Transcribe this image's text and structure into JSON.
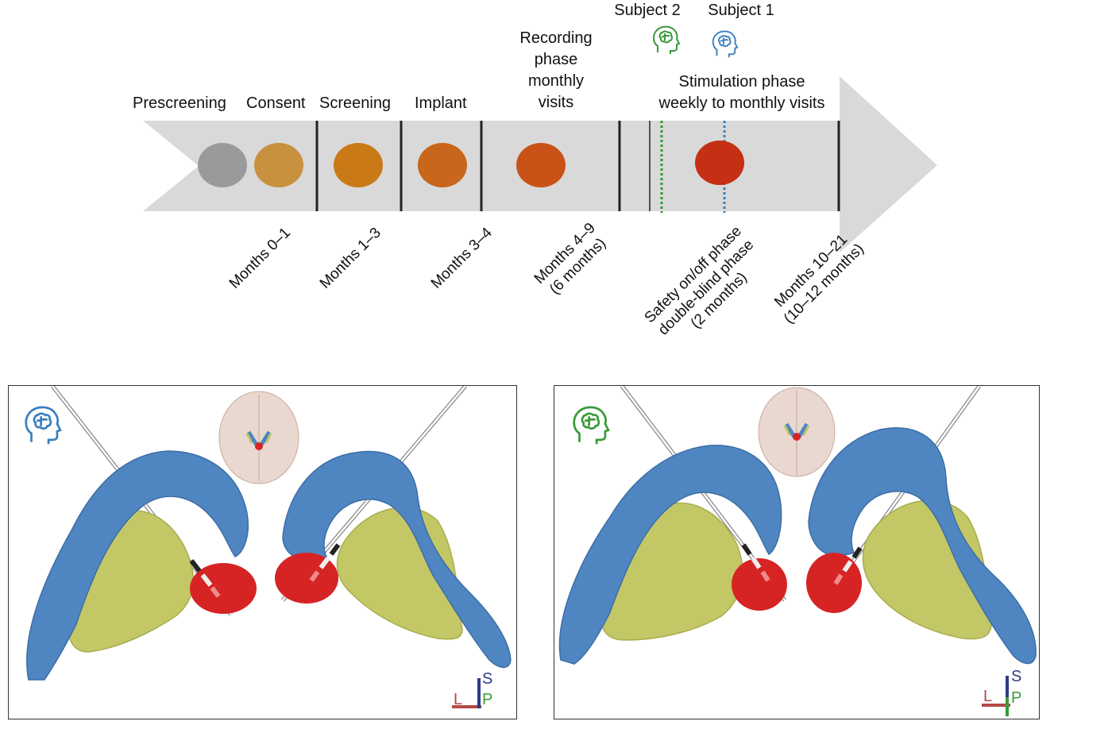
{
  "timeline": {
    "stages": [
      {
        "label": "Prescreening",
        "color": "#9a9a9a"
      },
      {
        "label": "Consent",
        "color": "#c8913f"
      },
      {
        "label": "Screening",
        "color": "#c97a16"
      },
      {
        "label": "Implant",
        "color": "#c8661b"
      },
      {
        "label": "Recording phase monthly visits",
        "lines": [
          "Recording",
          "phase",
          "monthly",
          "visits"
        ],
        "color": "#c95316"
      },
      {
        "label": "Stimulation phase weekly to monthly visits",
        "lines": [
          "Stimulation phase",
          "weekly to monthly visits"
        ],
        "color": "#c52f13"
      }
    ],
    "periods": [
      {
        "lines": [
          "Months 0–1"
        ]
      },
      {
        "lines": [
          "Months 1–3"
        ]
      },
      {
        "lines": [
          "Months 3–4"
        ]
      },
      {
        "lines": [
          "Months 4–9",
          "(6 months)"
        ]
      },
      {
        "lines": [
          "Safety on/off phase",
          "double-blind phase",
          "(2 months)"
        ]
      },
      {
        "lines": [
          "Months 10–21",
          "(10–12 months)"
        ]
      }
    ],
    "subjects": [
      {
        "label": "Subject 2",
        "color": "#3a9a3a",
        "icon": "brain-head-icon"
      },
      {
        "label": "Subject 1",
        "color": "#3a7fc1",
        "icon": "brain-head-icon"
      }
    ]
  },
  "panels": [
    {
      "subject": "Subject 1",
      "icon": "brain-head-icon",
      "icon_color": "#3a7fc1"
    },
    {
      "subject": "Subject 2",
      "icon": "brain-head-icon",
      "icon_color": "#3a9a3a"
    }
  ],
  "orientation": {
    "superior": "S",
    "posterior": "P",
    "left": "L"
  },
  "colors": {
    "arrow": "#d9d9d9",
    "blue_structure": "#4f86c2",
    "yellow_structure": "#c3c766",
    "red_structure": "#d62424"
  }
}
